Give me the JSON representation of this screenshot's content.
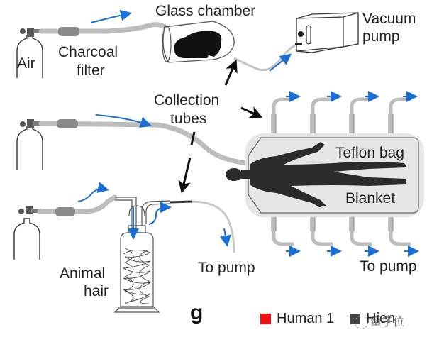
{
  "figure": {
    "panel_letter": "g",
    "labels": {
      "air": "Air",
      "charcoal_filter_line1": "Charcoal",
      "charcoal_filter_line2": "filter",
      "glass_chamber": "Glass chamber",
      "vacuum_pump_line1": "Vacuum",
      "vacuum_pump_line2": "pump",
      "collection_tubes_line1": "Collection",
      "collection_tubes_line2": "tubes",
      "teflon_bag": "Teflon bag",
      "blanket": "Blanket",
      "animal_hair_line1": "Animal",
      "animal_hair_line2": "hair",
      "to_pump_left": "To pump",
      "to_pump_right": "To pump"
    },
    "legend": [
      {
        "label": "Human 1",
        "color": "#ee1111"
      },
      {
        "label": "Hien",
        "color": "#444444"
      }
    ],
    "watermark": "量子位",
    "colors": {
      "flow_arrow": "#1a6fd6",
      "tube": "#bdbdbd",
      "filter": "#8a8a8a",
      "silhouette": "#2b2b2b",
      "bag_fill": "#e6e6e6",
      "outline": "#555555"
    }
  }
}
